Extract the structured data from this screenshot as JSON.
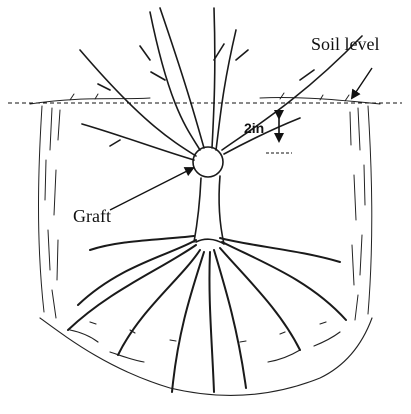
{
  "labels": {
    "soil_level": "Soil level",
    "graft": "Graft",
    "depth": "2in"
  },
  "colors": {
    "ink": "#1a1a1a",
    "paper": "#ffffff"
  }
}
